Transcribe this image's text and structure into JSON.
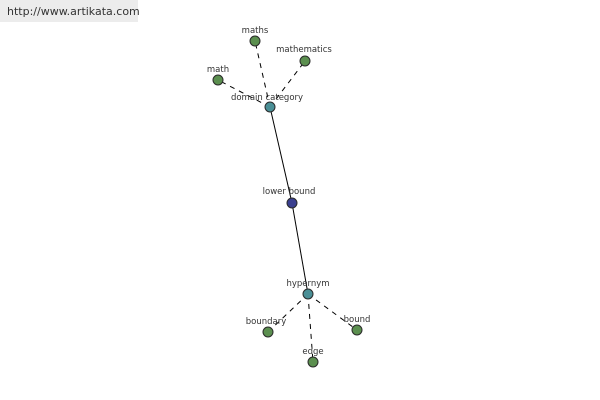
{
  "watermark": {
    "url": "http://www.artikata.com"
  },
  "colors": {
    "leaf": "#5b8f4f",
    "category": "#4a8f96",
    "center": "#3a3f8f",
    "outline": "#2a2a2a"
  },
  "graph": {
    "nodes": [
      {
        "id": "lower-bound",
        "label": "lower bound",
        "kind": "center"
      },
      {
        "id": "domain-category",
        "label": "domain category",
        "kind": "category"
      },
      {
        "id": "hypernym",
        "label": "hypernym",
        "kind": "category"
      },
      {
        "id": "maths",
        "label": "maths",
        "kind": "leaf"
      },
      {
        "id": "mathematics",
        "label": "mathematics",
        "kind": "leaf"
      },
      {
        "id": "math",
        "label": "math",
        "kind": "leaf"
      },
      {
        "id": "boundary",
        "label": "boundary",
        "kind": "leaf"
      },
      {
        "id": "bound",
        "label": "bound",
        "kind": "leaf"
      },
      {
        "id": "edge",
        "label": "edge",
        "kind": "leaf"
      }
    ],
    "edges": [
      {
        "from": "lower-bound",
        "to": "domain-category",
        "style": "solid"
      },
      {
        "from": "lower-bound",
        "to": "hypernym",
        "style": "solid"
      },
      {
        "from": "domain-category",
        "to": "maths",
        "style": "dashed"
      },
      {
        "from": "domain-category",
        "to": "mathematics",
        "style": "dashed"
      },
      {
        "from": "domain-category",
        "to": "math",
        "style": "dashed"
      },
      {
        "from": "hypernym",
        "to": "boundary",
        "style": "dashed"
      },
      {
        "from": "hypernym",
        "to": "bound",
        "style": "dashed"
      },
      {
        "from": "hypernym",
        "to": "edge",
        "style": "dashed"
      }
    ]
  }
}
